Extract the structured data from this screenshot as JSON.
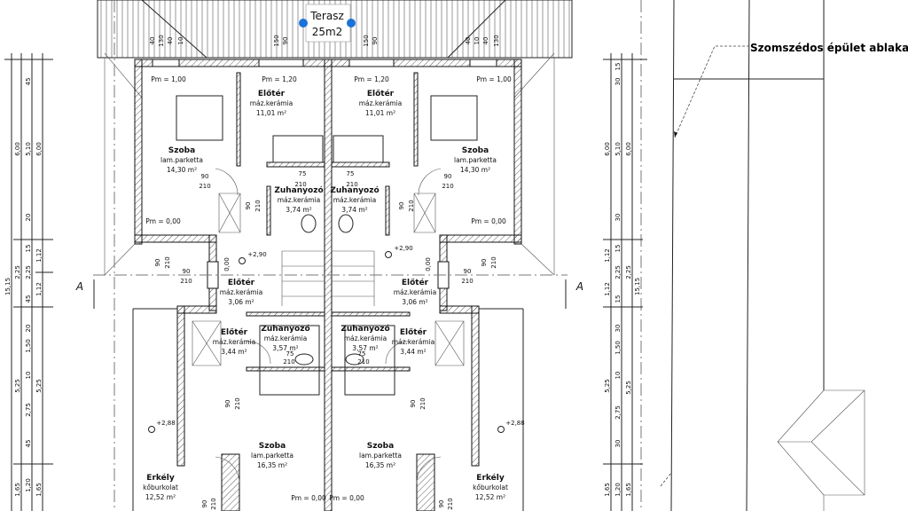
{
  "terrace_label": {
    "name": "Terasz",
    "area": "25m2"
  },
  "neighbor_label": "Szomszédos épület ablaka",
  "section_marker": "A",
  "rooms": {
    "szoba_ul": {
      "name": "Szoba",
      "floor": "lam.parketta",
      "area": "14,30 m²"
    },
    "eloter_ul": {
      "name": "Előtér",
      "floor": "máz.kerámia",
      "area": "11,01 m²"
    },
    "zuhany_ul": {
      "name": "Zuhanyozó",
      "floor": "máz.kerámia",
      "area": "3,74 m²"
    },
    "zuhany_ur": {
      "name": "Zuhanyozó",
      "floor": "máz.kerámia",
      "area": "3,74 m²"
    },
    "eloter_ur": {
      "name": "Előtér",
      "floor": "máz.kerámia",
      "area": "11,01 m²"
    },
    "szoba_ur": {
      "name": "Szoba",
      "floor": "lam.parketta",
      "area": "14,30 m²"
    },
    "eloter_ml": {
      "name": "Előtér",
      "floor": "máz.kerámia",
      "area": "3,06 m²"
    },
    "eloter_mr": {
      "name": "Előtér",
      "floor": "máz.kerámia",
      "area": "3,06 m²"
    },
    "eloter_ll": {
      "name": "Előtér",
      "floor": "máz.kerámia",
      "area": "3,44 m²"
    },
    "zuhany_ll": {
      "name": "Zuhanyozó",
      "floor": "máz.kerámia",
      "area": "3,57 m²"
    },
    "zuhany_lr": {
      "name": "Zuhanyozó",
      "floor": "máz.kerámia",
      "area": "3,57 m²"
    },
    "eloter_lr": {
      "name": "Előtér",
      "floor": "máz.kerámia",
      "area": "3,44 m²"
    },
    "szoba_ll": {
      "name": "Szoba",
      "floor": "lam.parketta",
      "area": "16,35 m²"
    },
    "szoba_lr": {
      "name": "Szoba",
      "floor": "lam.parketta",
      "area": "16,35 m²"
    },
    "erkely_l": {
      "name": "Erkély",
      "floor": "kőburkolat",
      "area": "12,52 m²"
    },
    "erkely_r": {
      "name": "Erkély",
      "floor": "kőburkolat",
      "area": "12,52 m²"
    }
  },
  "parapets": {
    "p1": "Pm = 1,00",
    "p2": "Pm = 1,20",
    "p3": "Pm = 1,20",
    "p4": "Pm = 1,00",
    "p5": "Pm = 0,00",
    "p6": "Pm = 0,00",
    "p7": "Pm = 0,00",
    "p8": "Pm = 0,00"
  },
  "elevations": {
    "e1": "+2,90",
    "e2": "+2,90",
    "e3": "+2,88",
    "e4": "+2,88"
  },
  "roof_dims": [
    "40",
    "130",
    "40",
    "10",
    "150",
    "90",
    "150",
    "90",
    "40",
    "10",
    "40",
    "130"
  ],
  "door_dims": {
    "w90": "90",
    "h210": "210",
    "w75": "75",
    "stair": "0,00"
  },
  "left_dims": {
    "total": "15,15",
    "c1": [
      "6,00",
      "2,25",
      "5,25",
      "1,65"
    ],
    "c2": [
      "45",
      "5,10",
      "20",
      "15",
      "2,25",
      "45",
      "20",
      "1,50",
      "10",
      "2,75",
      "45",
      "1,20"
    ],
    "c3": [
      "6,00",
      "1,12",
      "1,12",
      "5,25",
      "1,65"
    ]
  },
  "right_dims": {
    "total": "15,15",
    "c1": [
      "6,00",
      "1,12",
      "1,12",
      "5,25",
      "1,65"
    ],
    "c2": [
      "15",
      "30",
      "5,10",
      "30",
      "15",
      "2,25",
      "15",
      "30",
      "1,50",
      "10",
      "2,75",
      "30",
      "1,20"
    ],
    "c3": [
      "6,00",
      "2,25",
      "5,25",
      "1,65"
    ]
  },
  "colors": {
    "selection_handle": "#1a73d9",
    "line": "#222222"
  }
}
